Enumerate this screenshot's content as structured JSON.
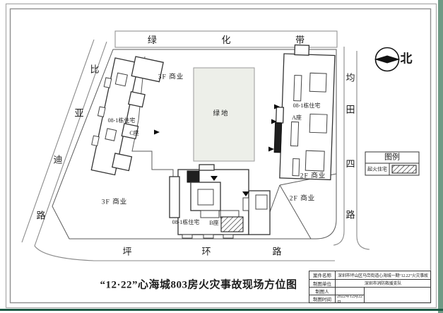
{
  "colors": {
    "paper": "#ffffff",
    "line": "#333333",
    "border_gray": "#9a9a9a",
    "edge_green": "#6f9a85",
    "edge_dark_green": "#1d5a45",
    "green_space_fill": "#edefe9"
  },
  "map": {
    "green_belt": {
      "name": "绿化带",
      "chars": [
        "绿",
        "化",
        "带"
      ]
    },
    "roads": {
      "left": {
        "name": "比亚迪路",
        "chars": [
          "比",
          "亚",
          "迪",
          "路"
        ]
      },
      "right": {
        "name": "均田四路",
        "chars": [
          "均",
          "田",
          "四",
          "路"
        ]
      },
      "bottom": {
        "name": "坪环路",
        "chars": [
          "坪",
          "环",
          "路"
        ]
      }
    },
    "labels": {
      "green_space": "绿地",
      "commercial_3f_top": "3F 商业",
      "commercial_3f_left": "3F 商业",
      "commercial_2f_upper": "2F 商业",
      "commercial_2f_lower": "2F 商业"
    },
    "buildings": {
      "c": {
        "line1": "08-1栋住宅",
        "line2": "C座"
      },
      "a": {
        "line1": "08-1栋住宅",
        "line2": "A座"
      },
      "b": {
        "line1": "08-1栋住宅",
        "line2": "B座"
      }
    },
    "compass": {
      "label": "北"
    },
    "legend": {
      "title": "图例",
      "fire_item": "起火住宅"
    }
  },
  "title": "“12·22”心海城803房火灾事故现场方位图",
  "title_block": {
    "rows": [
      {
        "label": "案件名称",
        "value": "深圳市坪山区马峦街道心海城一期“12.22”火灾事故"
      },
      {
        "label": "制图单位",
        "value": "深圳市消防救援支队"
      },
      {
        "label": "制图人",
        "value": ""
      },
      {
        "label": "制图时间",
        "value": "2022年12月22日"
      }
    ]
  }
}
